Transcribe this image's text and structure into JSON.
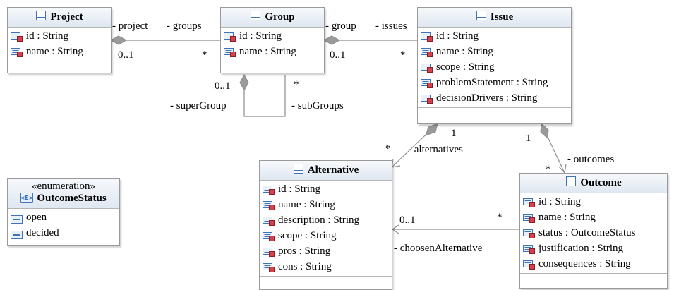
{
  "classes": {
    "project": {
      "name": "Project",
      "attributes": [
        "id : String",
        "name : String"
      ]
    },
    "group": {
      "name": "Group",
      "attributes": [
        "id : String",
        "name : String"
      ]
    },
    "issue": {
      "name": "Issue",
      "attributes": [
        "id : String",
        "name : String",
        "scope : String",
        "problemStatement : String",
        "decisionDrivers : String"
      ]
    },
    "alternative": {
      "name": "Alternative",
      "attributes": [
        "id : String",
        "name : String",
        "description : String",
        "scope : String",
        "pros : String",
        "cons : String"
      ]
    },
    "outcome": {
      "name": "Outcome",
      "attributes": [
        "id : String",
        "name : String",
        "status : OutcomeStatus",
        "justification : String",
        "consequences : String"
      ]
    },
    "outcome_status": {
      "stereotype": "«enumeration»",
      "name": "OutcomeStatus",
      "literals": [
        "open",
        "decided"
      ]
    }
  },
  "associations": {
    "project_groups": {
      "end_a_role": "- project",
      "end_a_mult": "0..1",
      "end_b_role": "- groups",
      "end_b_mult": "*"
    },
    "group_issues": {
      "end_a_role": "- group",
      "end_a_mult": "0..1",
      "end_b_role": "- issues",
      "end_b_mult": "*"
    },
    "group_subgroups": {
      "end_a_role": "- superGroup",
      "end_a_mult": "0..1",
      "end_b_role": "- subGroups",
      "end_b_mult": "*"
    },
    "issue_alternatives": {
      "end_a_mult": "1",
      "end_b_role": "- alternatives",
      "end_b_mult": "*"
    },
    "issue_outcomes": {
      "end_a_mult": "1",
      "end_b_role": "- outcomes",
      "end_b_mult": "*"
    },
    "outcome_alternative": {
      "end_a_mult": "*",
      "end_b_role": "- choosenAlternative",
      "end_b_mult": "0..1"
    }
  },
  "icons": {
    "class": "class-icon",
    "enumeration": "enumeration-icon",
    "property": "property-icon",
    "literal": "literal-icon"
  },
  "colors": {
    "header_top": "#f7f9fc",
    "header_bottom": "#dfe7f1",
    "icon_blue": "#3f73b5",
    "property_red": "#d9414a",
    "edge": "#8c8c8c"
  }
}
